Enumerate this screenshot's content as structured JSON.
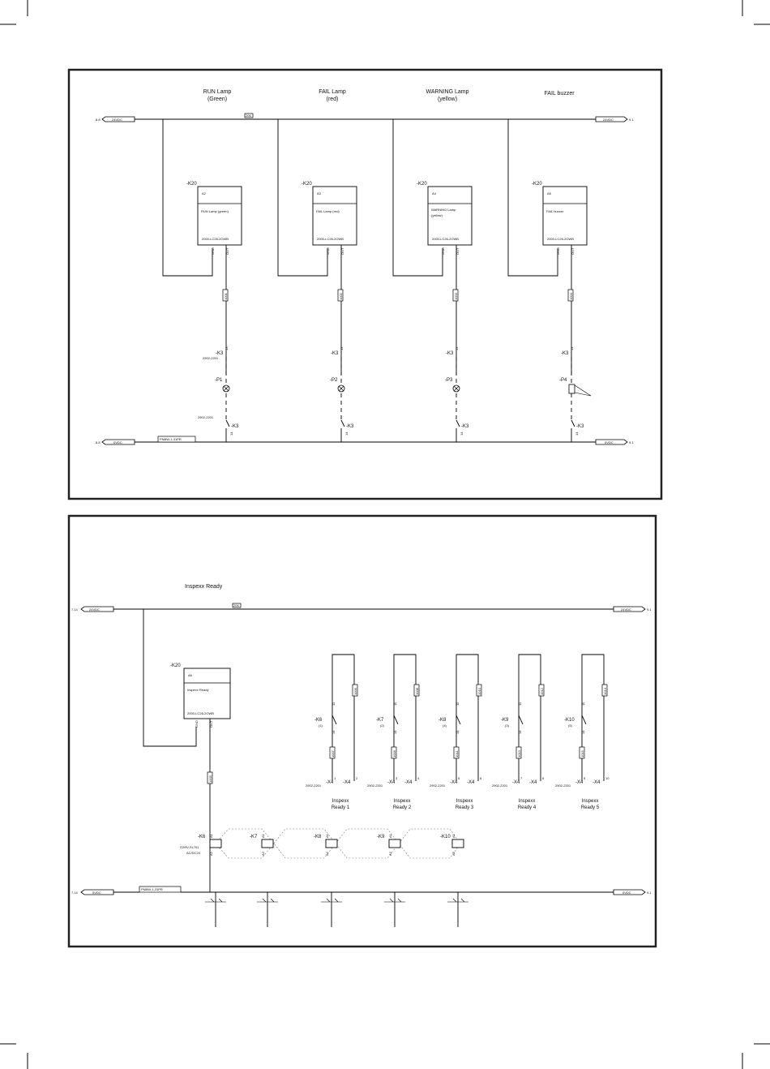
{
  "diagram_1": {
    "rail_left_ref_top": "8.8",
    "rail_left_ref_bottom": "8.8",
    "rail_right_ref_top": "9.1",
    "rail_right_ref_bottom": "9.1",
    "rail_24v_label": "24VDC",
    "rail_0v_label": "0VDC",
    "fuse_label": "206",
    "cable_label": "PNBW-1-31PR",
    "relay_module_ref": "2902-2201",
    "channels": [
      {
        "title_line1": "RUN Lamp",
        "title_line2": "(Green)",
        "module_tag": "-K20",
        "slot": "A2",
        "module_desc_line1": "RUN Lamp (green)",
        "module_desc_line2": "",
        "module_part": "2000-LC26-2OWB",
        "term_gnd": "GND",
        "term_out": "OUT",
        "wire_no": "1001",
        "relay_tag": "-K3",
        "relay_top_pin": "13",
        "device_tag": "-P1",
        "device_type": "lamp",
        "relay_bottom_tag": "-K3",
        "relay_bottom_pin": "14"
      },
      {
        "title_line1": "FAIL Lamp",
        "title_line2": "(red)",
        "module_tag": "-K20",
        "slot": "A3",
        "module_desc_line1": "FAIL Lamp (red)",
        "module_desc_line2": "",
        "module_part": "2000-LC26-2OWB",
        "term_gnd": "GND",
        "term_out": "OUT",
        "wire_no": "1002",
        "relay_tag": "-K3",
        "relay_top_pin": "13",
        "device_tag": "-P2",
        "device_type": "lamp",
        "relay_bottom_tag": "-K3",
        "relay_bottom_pin": "14"
      },
      {
        "title_line1": "WARNING Lamp",
        "title_line2": "(yellow)",
        "module_tag": "-K20",
        "slot": "A4",
        "module_desc_line1": "WARNING Lamp",
        "module_desc_line2": "(yellow)",
        "module_part": "2000-LC26-2OWB",
        "term_gnd": "GND",
        "term_out": "OUT",
        "wire_no": "1003",
        "relay_tag": "-K3",
        "relay_top_pin": "13",
        "device_tag": "-P3",
        "device_type": "lamp",
        "relay_bottom_tag": "-K3",
        "relay_bottom_pin": "14"
      },
      {
        "title_line1": "FAIL buzzer",
        "title_line2": "",
        "module_tag": "-K20",
        "slot": "A5",
        "module_desc_line1": "FAIL buzzer",
        "module_desc_line2": "",
        "module_part": "2000-LC26-2OWB",
        "term_gnd": "GND",
        "term_out": "OUT",
        "wire_no": "1004",
        "relay_tag": "-K3",
        "relay_top_pin": "13",
        "device_tag": "-P4",
        "device_type": "buzzer",
        "relay_bottom_tag": "-K3",
        "relay_bottom_pin": "14"
      }
    ]
  },
  "diagram_2": {
    "title": "Inspexx Ready",
    "rail_left_ref_top": "7.14",
    "rail_left_ref_bottom": "7.14",
    "rail_right_ref_top": "9.1",
    "rail_right_ref_bottom": "9.1",
    "rail_24v_label": "24VDC",
    "rail_0v_label": "0VDC",
    "fuse_label": "206",
    "cable_label": "PNBW-1-31PR",
    "module": {
      "tag": "-K20",
      "slot": "A6",
      "desc": "Inspexx Ready",
      "part": "2000-LC26-2OWB",
      "term_gnd": "GND",
      "term_out": "OUT",
      "wire_no": "1005"
    },
    "coil_ref_line1": "G2RV-SL701",
    "coil_ref_line2": "AC/DC24",
    "coil_pin_top": "A1",
    "coil_pin_bottom": "A2",
    "contact_pin_top": "11",
    "contact_pin_bottom": "14",
    "terminal_tag": "-X4",
    "terminal_module_ref": "2902-2201",
    "outputs": [
      {
        "relay_tag": "-K6",
        "relay_num": "(1)",
        "label_line1": "Inspexx",
        "label_line2": "Ready 1",
        "wire_top": "1006",
        "wire_bottom": "1007",
        "term_left": "1",
        "term_right": "2"
      },
      {
        "relay_tag": "-K7",
        "relay_num": "(2)",
        "label_line1": "Inspexx",
        "label_line2": "Ready 2",
        "wire_top": "1008",
        "wire_bottom": "1009",
        "term_left": "3",
        "term_right": "4"
      },
      {
        "relay_tag": "-K8",
        "relay_num": "(4)",
        "label_line1": "Inspexx",
        "label_line2": "Ready 3",
        "wire_top": "1010",
        "wire_bottom": "1011",
        "term_left": "5",
        "term_right": "6"
      },
      {
        "relay_tag": "-K9",
        "relay_num": "(3)",
        "label_line1": "Inspexx",
        "label_line2": "Ready 4",
        "wire_top": "1012",
        "wire_bottom": "1013",
        "term_left": "7",
        "term_right": "8"
      },
      {
        "relay_tag": "-K10",
        "relay_num": "(5)",
        "label_line1": "Inspexx",
        "label_line2": "Ready 5",
        "wire_top": "1014",
        "wire_bottom": "1015",
        "term_left": "9",
        "term_right": "10"
      }
    ],
    "coil_tags": [
      "-K6",
      "-K7",
      "-K8",
      "-K9",
      "-K10"
    ]
  }
}
